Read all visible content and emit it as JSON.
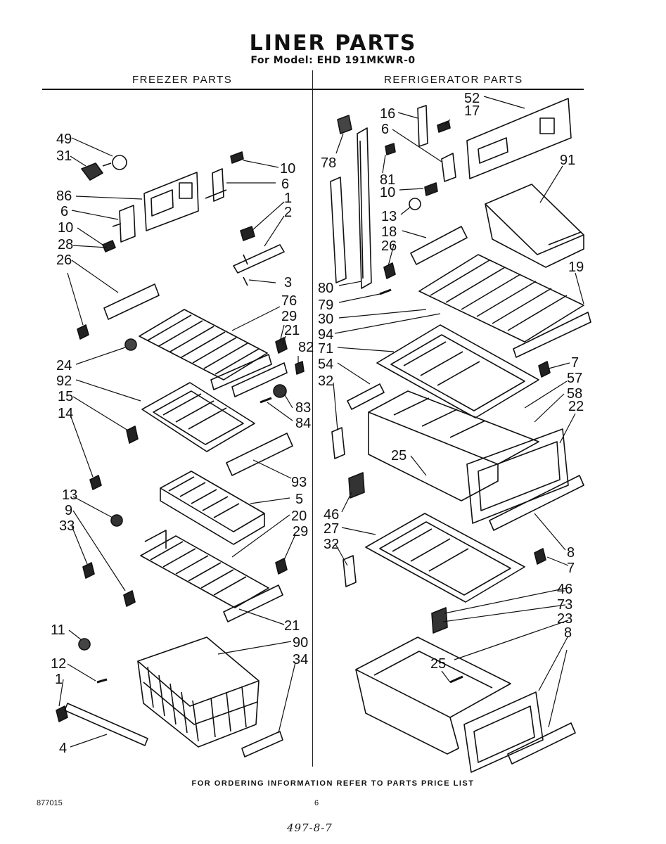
{
  "title": "LINER PARTS",
  "subtitle": "For Model: EHD 191MKWR-0",
  "sections": {
    "freezer": "FREEZER PARTS",
    "refrigerator": "REFRIGERATOR PARTS"
  },
  "footer_note": "FOR ORDERING INFORMATION REFER TO PARTS PRICE LIST",
  "doc_number": "877015",
  "page_number": "6",
  "handwritten_note": "497-8-7",
  "callouts_freezer": [
    "49",
    "31",
    "86",
    "6",
    "10",
    "28",
    "26",
    "10",
    "6",
    "1",
    "2",
    "3",
    "76",
    "29",
    "21",
    "82",
    "24",
    "92",
    "15",
    "14",
    "83",
    "84",
    "93",
    "5",
    "13",
    "9",
    "33",
    "20",
    "29",
    "11",
    "12",
    "1",
    "4",
    "90",
    "34",
    "21"
  ],
  "callouts_refrigerator": [
    "52",
    "16",
    "17",
    "6",
    "78",
    "81",
    "10",
    "91",
    "13",
    "18",
    "26",
    "19",
    "80",
    "79",
    "30",
    "94",
    "71",
    "54",
    "32",
    "7",
    "57",
    "58",
    "22",
    "25",
    "46",
    "27",
    "32",
    "8",
    "7",
    "46",
    "73",
    "23",
    "8",
    "25"
  ]
}
